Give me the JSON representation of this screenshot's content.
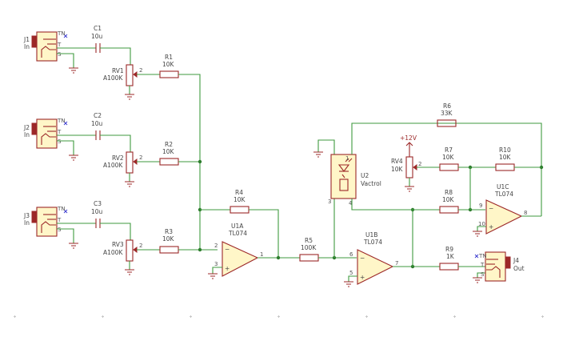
{
  "parts": {
    "J1": {
      "ref": "J1",
      "value": "In"
    },
    "J2": {
      "ref": "J2",
      "value": "In"
    },
    "J3": {
      "ref": "J3",
      "value": "In"
    },
    "J4": {
      "ref": "J4",
      "value": "Out"
    },
    "C1": {
      "ref": "C1",
      "value": "10u"
    },
    "C2": {
      "ref": "C2",
      "value": "10u"
    },
    "C3": {
      "ref": "C3",
      "value": "10u"
    },
    "RV1": {
      "ref": "RV1",
      "value": "A100K"
    },
    "RV2": {
      "ref": "RV2",
      "value": "A100K"
    },
    "RV3": {
      "ref": "RV3",
      "value": "A100K"
    },
    "RV4": {
      "ref": "RV4",
      "value": "10K"
    },
    "R1": {
      "ref": "R1",
      "value": "10K"
    },
    "R2": {
      "ref": "R2",
      "value": "10K"
    },
    "R3": {
      "ref": "R3",
      "value": "10K"
    },
    "R4": {
      "ref": "R4",
      "value": "10K"
    },
    "R5": {
      "ref": "R5",
      "value": "100K"
    },
    "R6": {
      "ref": "R6",
      "value": "33K"
    },
    "R7": {
      "ref": "R7",
      "value": "10K"
    },
    "R8": {
      "ref": "R8",
      "value": "10K"
    },
    "R9": {
      "ref": "R9",
      "value": "1K"
    },
    "R10": {
      "ref": "R10",
      "value": "10K"
    },
    "U1A": {
      "ref": "U1A",
      "value": "TL074"
    },
    "U1B": {
      "ref": "U1B",
      "value": "TL074"
    },
    "U1C": {
      "ref": "U1C",
      "value": "TL074"
    },
    "U2": {
      "ref": "U2",
      "value": "Vactrol"
    }
  },
  "power": {
    "plus12": "+12V"
  },
  "jack_pins": {
    "tn": "TN",
    "t": "T",
    "s": "S"
  },
  "pins": {
    "p1": "1",
    "p2": "2",
    "p3": "3",
    "p4": "4",
    "p5": "5",
    "p6": "6",
    "p7": "7",
    "p8": "8",
    "p9": "9",
    "p10": "10"
  },
  "opamp_signs": {
    "minus": "−",
    "plus": "+"
  }
}
